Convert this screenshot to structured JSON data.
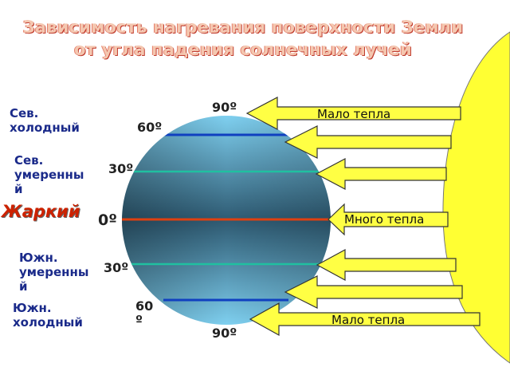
{
  "title": {
    "line1": "Зависимость нагревания поверхности Земли",
    "line2": "от угла падения солнечных лучей"
  },
  "zones": {
    "north_cold": "Сев. холодный",
    "north_temperate_1": "Сев.",
    "north_temperate_2": "умеренны",
    "north_temperate_3": "й",
    "hot": "Жаркий",
    "south_temperate_1": "Южн.",
    "south_temperate_2": "умеренны",
    "south_temperate_3": "й",
    "south_cold_1": "Южн.",
    "south_cold_2": "холодный",
    "north_cold_1": "Сев.",
    "north_cold_2": "холодный"
  },
  "degrees": {
    "top": "90º",
    "n60": "60º",
    "n30": "30º",
    "equator": "0º",
    "s30": "30º",
    "s60_1": "60",
    "s60_2": "º",
    "bottom": "90º"
  },
  "arrows": {
    "top_label": "Мало тепла",
    "middle_label": "Много тепла",
    "bottom_label": "Мало тепла"
  },
  "colors": {
    "sun": "#ffff33",
    "arrow_fill": "#ffff44",
    "zone_blue": "#1a2a8a",
    "zone_hot": "#cc2200",
    "line_blue": "#1040c0",
    "line_teal": "#20c0a0",
    "line_red": "#e04010"
  }
}
